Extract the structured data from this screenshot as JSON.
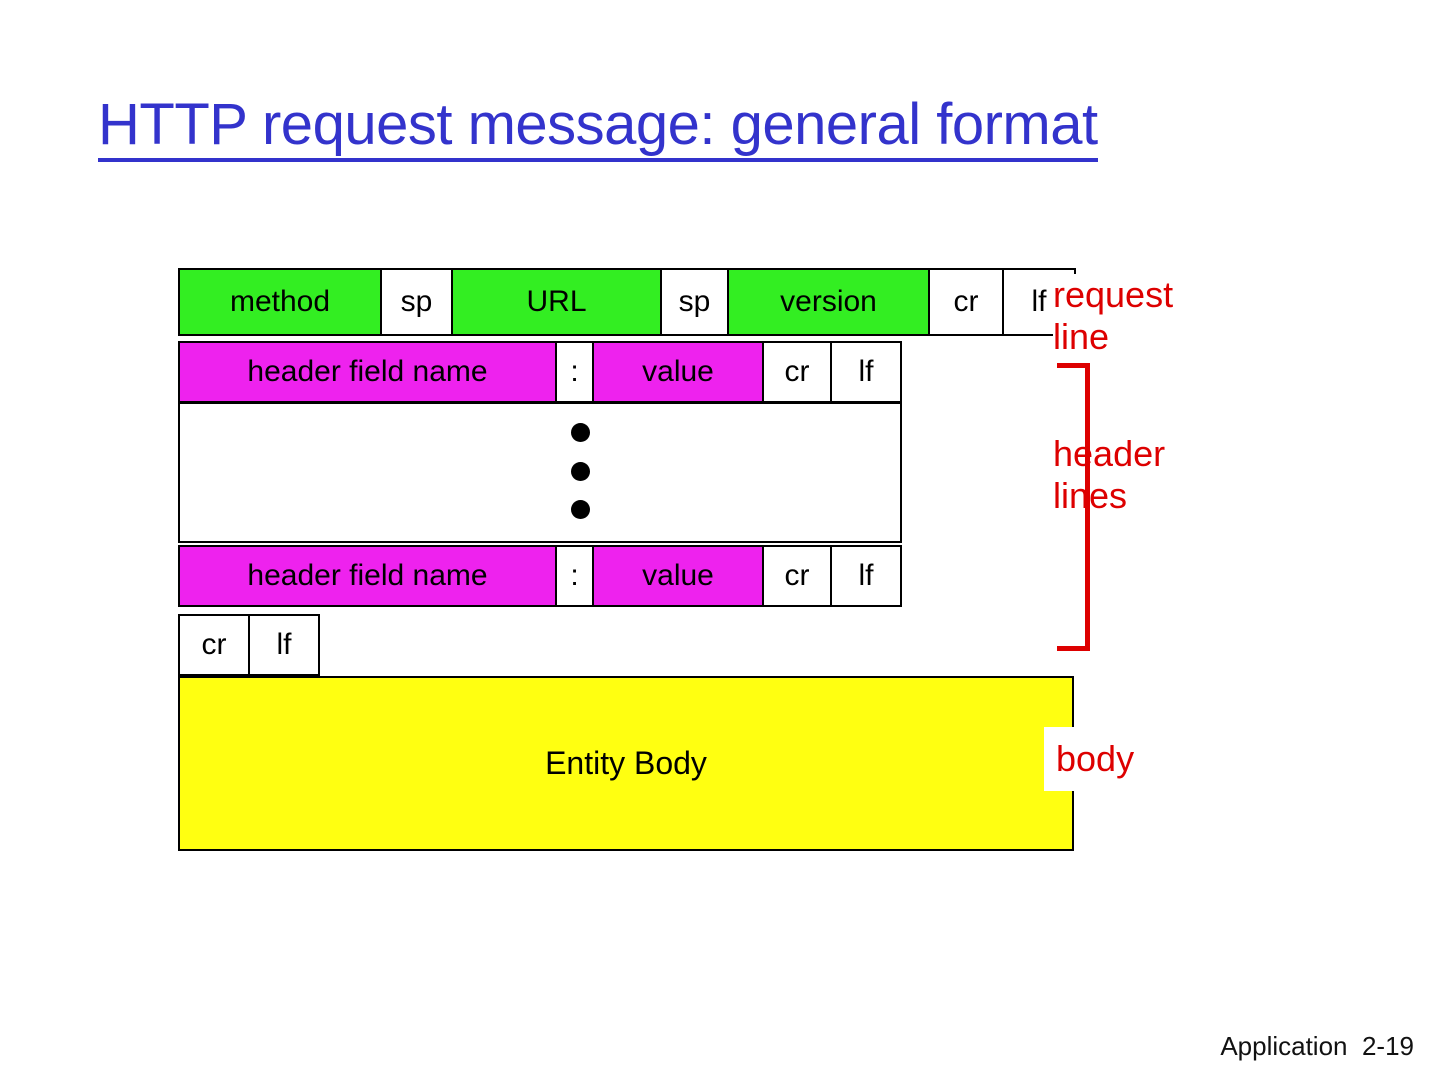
{
  "slide": {
    "title": "HTTP request message: general format",
    "footer": "Application  2-19"
  },
  "colors": {
    "title": "#3333cc",
    "request_line_fill": "#33ee22",
    "header_fill": "#ee22ee",
    "body_fill": "#ffff11",
    "separator_fill": "#ffffff",
    "annotation": "#dd0000",
    "border": "#000000"
  },
  "diagram": {
    "request_line": {
      "cells": [
        {
          "label": "method",
          "fill": "green"
        },
        {
          "label": "sp",
          "fill": "white"
        },
        {
          "label": "URL",
          "fill": "green"
        },
        {
          "label": "sp",
          "fill": "white"
        },
        {
          "label": "version",
          "fill": "green"
        },
        {
          "label": "cr",
          "fill": "white"
        },
        {
          "label": "lf",
          "fill": "white"
        }
      ]
    },
    "header_line_1": {
      "cells": [
        {
          "label": "header field name",
          "fill": "magenta"
        },
        {
          "label": ":",
          "fill": "white"
        },
        {
          "label": "value",
          "fill": "magenta"
        },
        {
          "label": "cr",
          "fill": "white"
        },
        {
          "label": "lf",
          "fill": "white"
        }
      ]
    },
    "ellipsis": {
      "dots": 3
    },
    "header_line_n": {
      "cells": [
        {
          "label": "header field name",
          "fill": "magenta"
        },
        {
          "label": ":",
          "fill": "white"
        },
        {
          "label": "value",
          "fill": "magenta"
        },
        {
          "label": "cr",
          "fill": "white"
        },
        {
          "label": "lf",
          "fill": "white"
        }
      ]
    },
    "blank_line": {
      "cells": [
        {
          "label": "cr",
          "fill": "white"
        },
        {
          "label": "lf",
          "fill": "white"
        },
        {
          "label": "",
          "fill": "white"
        }
      ]
    },
    "entity_body": {
      "label": "Entity Body",
      "fill": "yellow"
    }
  },
  "annotations": {
    "request_line": "request\nline",
    "header_lines": "header\nlines",
    "body": "body"
  }
}
